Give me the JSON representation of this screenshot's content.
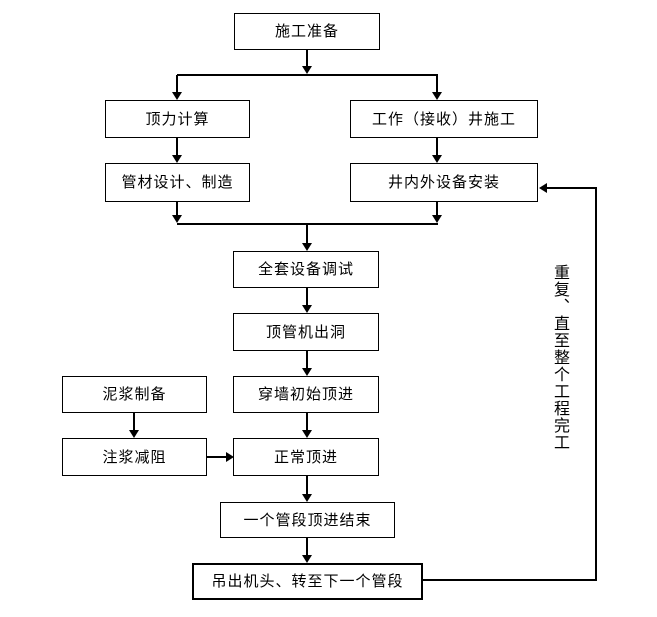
{
  "diagram": {
    "type": "flowchart",
    "nodes": [
      {
        "id": "prep",
        "label": "施工准备"
      },
      {
        "id": "force",
        "label": "顶力计算"
      },
      {
        "id": "well",
        "label": "工作（接收）井施工"
      },
      {
        "id": "pipe",
        "label": "管材设计、制造"
      },
      {
        "id": "equip",
        "label": "井内外设备安装"
      },
      {
        "id": "debug",
        "label": "全套设备调试"
      },
      {
        "id": "exit",
        "label": "顶管机出洞"
      },
      {
        "id": "mud",
        "label": "泥浆制备"
      },
      {
        "id": "initial",
        "label": "穿墙初始顶进"
      },
      {
        "id": "grout",
        "label": "注浆减阻"
      },
      {
        "id": "normal",
        "label": "正常顶进"
      },
      {
        "id": "segend",
        "label": "一个管段顶进结束"
      },
      {
        "id": "lift",
        "label": "吊出机头、转至下一个管段"
      }
    ],
    "edges": [
      [
        "prep",
        "force"
      ],
      [
        "prep",
        "well"
      ],
      [
        "force",
        "pipe"
      ],
      [
        "well",
        "equip"
      ],
      [
        "pipe",
        "debug"
      ],
      [
        "equip",
        "debug"
      ],
      [
        "debug",
        "exit"
      ],
      [
        "exit",
        "initial"
      ],
      [
        "mud",
        "grout"
      ],
      [
        "grout",
        "normal"
      ],
      [
        "initial",
        "normal"
      ],
      [
        "normal",
        "segend"
      ],
      [
        "segend",
        "lift"
      ],
      [
        "lift",
        "equip"
      ]
    ],
    "side_note": "重复、直至整个工程完工",
    "colors": {
      "background": "#ffffff",
      "line": "#000000",
      "box_fill": "#ffffff",
      "box_border": "#000000",
      "text": "#000000"
    }
  }
}
